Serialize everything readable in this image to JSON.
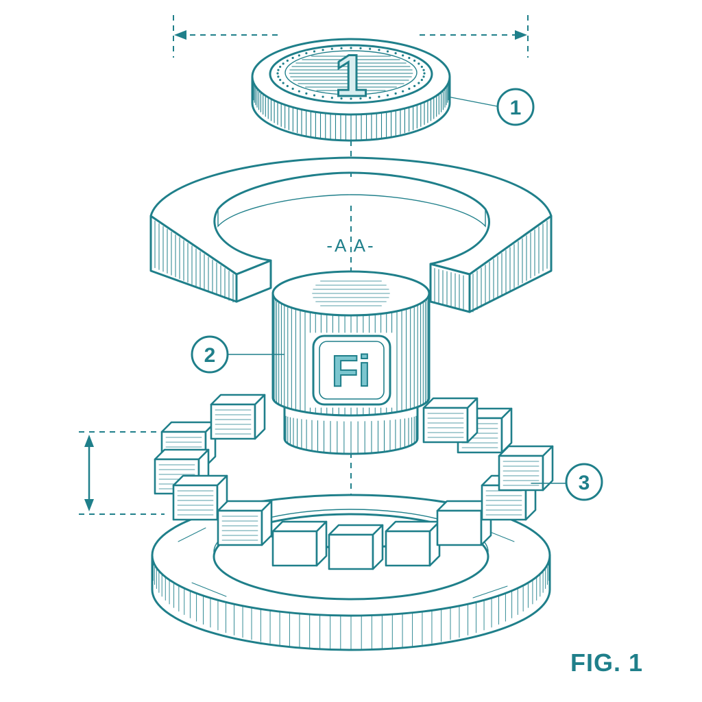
{
  "figure": {
    "label": "FIG. 1",
    "section_label": "-A A-",
    "callouts": [
      {
        "number": "1"
      },
      {
        "number": "2"
      },
      {
        "number": "3"
      }
    ],
    "coin_numeral": "1",
    "badge_text": "Fi"
  },
  "colors": {
    "ink": "#1f7f8a",
    "badge_fill": "#7cc6cf",
    "coin_fill": "#d8eef0"
  }
}
